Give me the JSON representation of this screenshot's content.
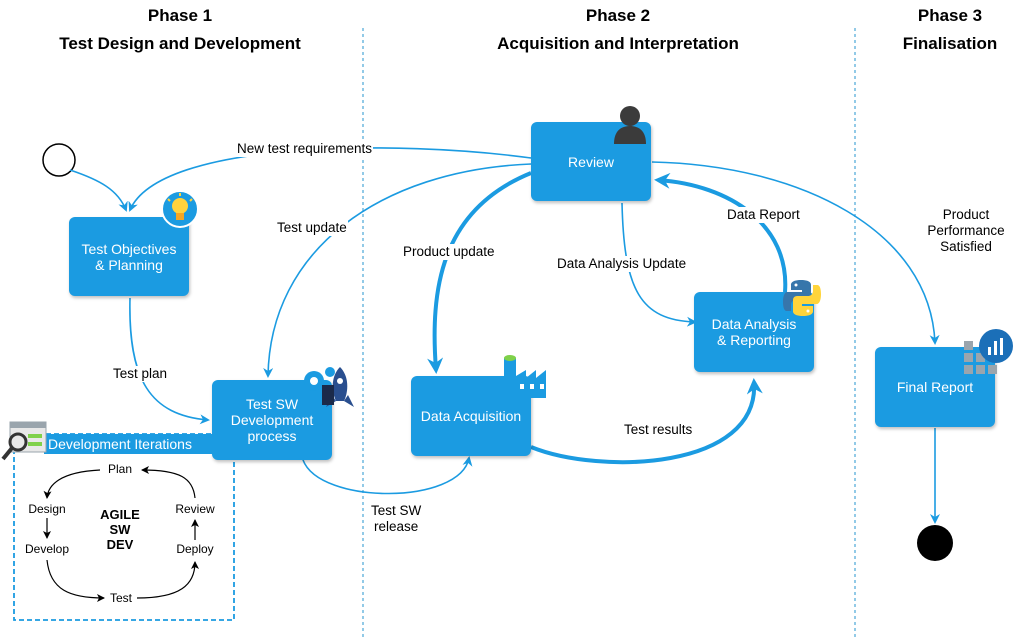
{
  "phases": [
    {
      "number": "Phase 1",
      "name": "Test Design and Development"
    },
    {
      "number": "Phase 2",
      "name": "Acquisition and Interpretation"
    },
    {
      "number": "Phase 3",
      "name": "Finalisation"
    }
  ],
  "boxes": {
    "objectives": "Test Objectives\n& Planning",
    "test_sw_dev": "Test SW\nDevelopment\nprocess",
    "data_acquisition": "Data Acquisition",
    "review": "Review",
    "data_analysis": "Data Analysis\n& Reporting",
    "final_report": "Final Report"
  },
  "labels": {
    "new_test_requirements": "New test requirements",
    "test_update": "Test update",
    "test_plan": "Test plan",
    "product_update": "Product update",
    "data_analysis_update": "Data Analysis Update",
    "data_report": "Data Report",
    "test_results": "Test results",
    "test_sw_release": "Test SW\nrelease",
    "product_satisfied": "Product\nPerformance\nSatisfied"
  },
  "iterations": {
    "title": "Development Iterations",
    "center": "AGILE\nSW\nDEV",
    "steps": {
      "plan": "Plan",
      "design": "Design",
      "develop": "Develop",
      "test": "Test",
      "deploy": "Deploy",
      "review": "Review"
    }
  },
  "icons": [
    "lightbulb-icon",
    "rocket-gears-icon",
    "person-icon",
    "factory-icon",
    "python-icon",
    "report-chart-icon",
    "magnifier-icon"
  ],
  "colors": {
    "accent": "#1b9be1",
    "box_text": "#ffffff",
    "divider": "#6fb8df"
  }
}
